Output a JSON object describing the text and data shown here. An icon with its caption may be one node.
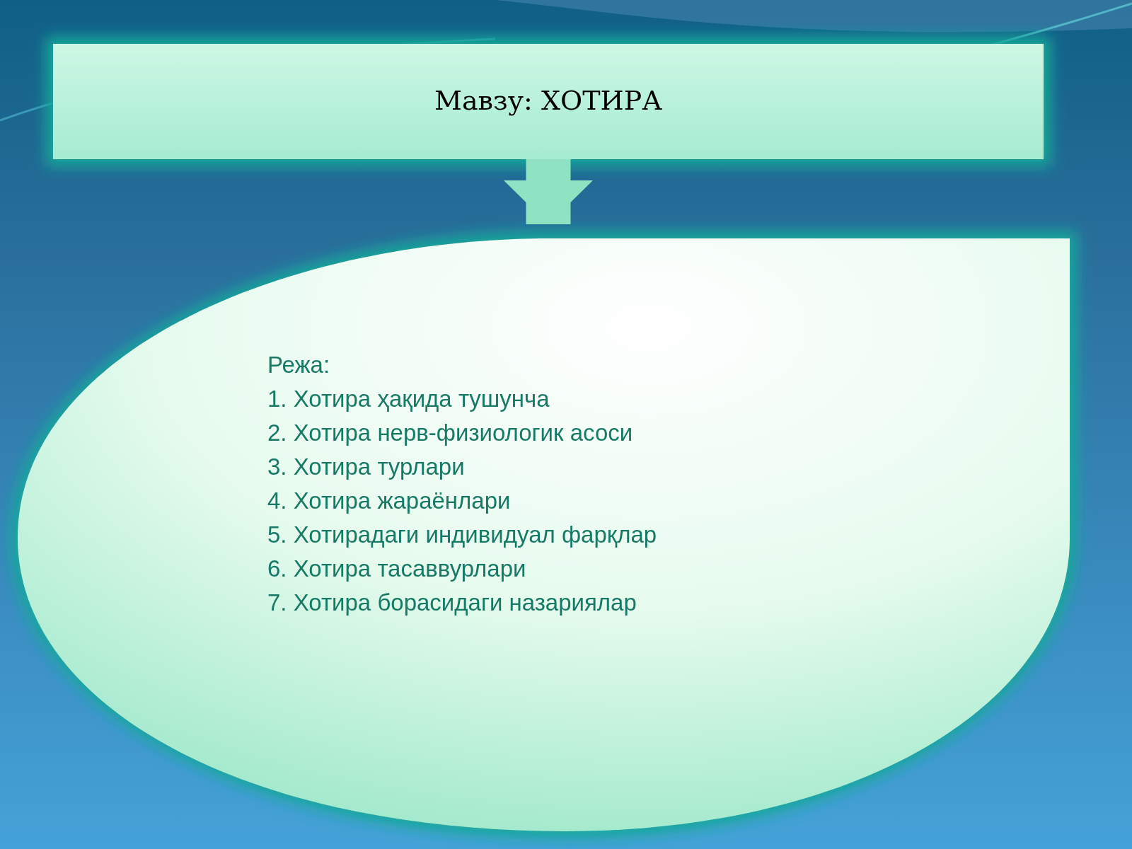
{
  "diagram": {
    "nodes": [
      {
        "text": [
          "Мавзу: ХОТИРА"
        ]
      },
      {
        "text": [
          "Режа:",
          "1. Хотира ҳақида тушунча",
          "2. Хотира нерв-физиологик асоси",
          "3. Хотира  турлари",
          "4. Хотира  жараёнлари",
          "5. Хотирадаги индивидуал фарқлар",
          "6. Хотира  тасаввурлари",
          "7. Хотира  борасидаги назариялар"
        ]
      }
    ],
    "edges": [
      {
        "from": 0,
        "to": 1,
        "arrow": "to"
      }
    ]
  }
}
